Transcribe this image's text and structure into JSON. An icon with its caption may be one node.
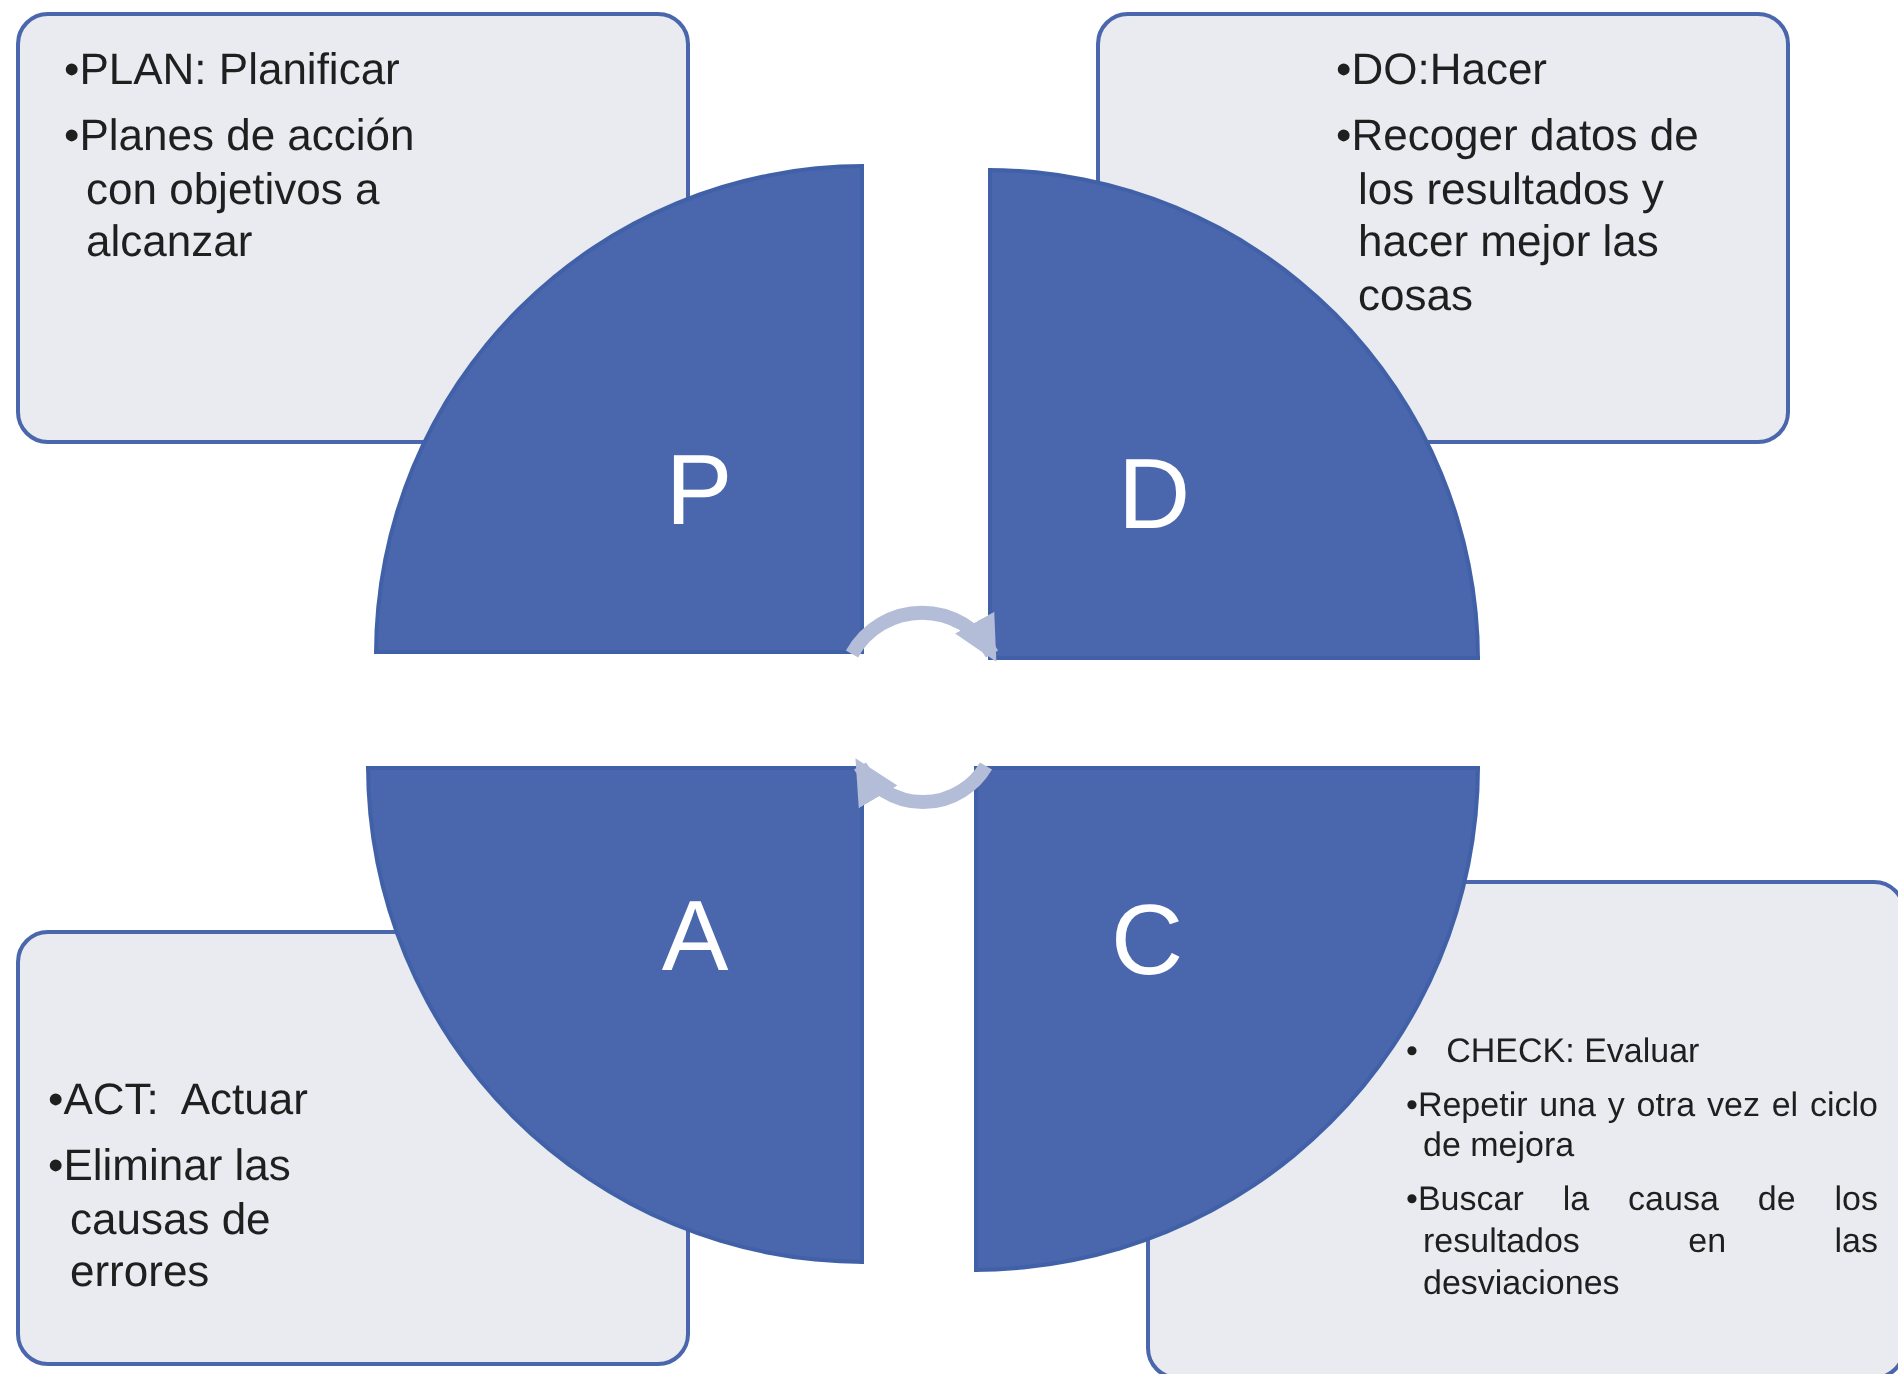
{
  "diagram": {
    "nodes": [
      {
        "text": [
          "•PLAN: Planificar",
          "•Planes de acción con objetivos a alcanzar"
        ]
      },
      {
        "text": [
          "P"
        ]
      },
      {
        "text": [
          "D"
        ]
      },
      {
        "text": [
          "•DO:Hacer",
          "•Recoger datos de los resultados y hacer mejor las cosas"
        ]
      },
      {
        "text": [
          "A"
        ]
      },
      {
        "text": [
          "C"
        ]
      },
      {
        "text": [
          "•ACT:  Actuar",
          "•Eliminar las causas de errores"
        ]
      },
      {
        "text": [
          "•   CHECK: Evaluar",
          "•Repetir una y otra vez el ciclo de mejora",
          "•Buscar la causa de los resultados en las desviaciones"
        ]
      }
    ],
    "edges": [
      {
        "from": 1,
        "to": 2,
        "arrow": "to"
      },
      {
        "from": 5,
        "to": 4,
        "arrow": "to"
      }
    ]
  }
}
